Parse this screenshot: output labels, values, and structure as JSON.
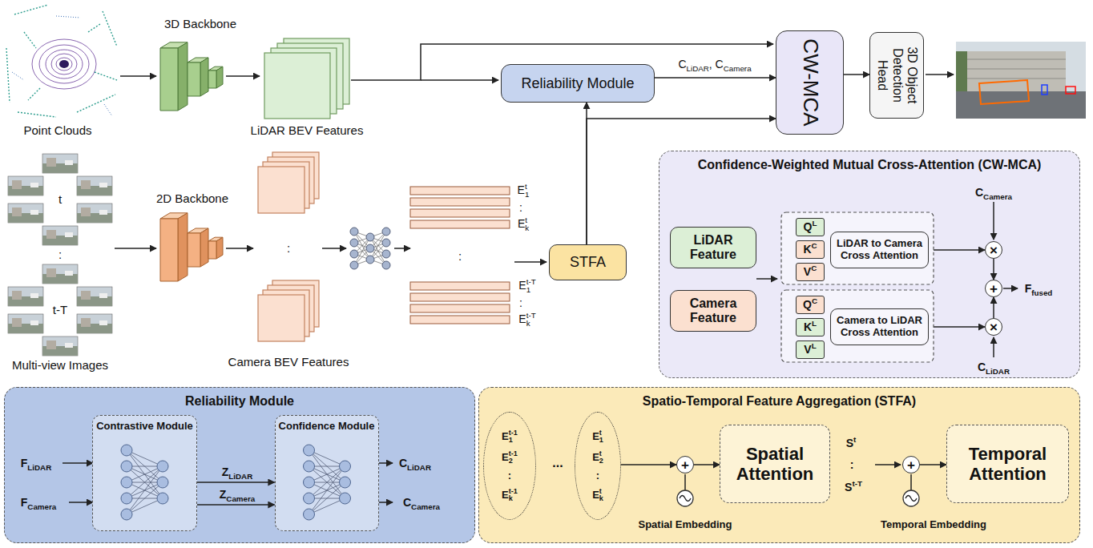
{
  "diagram": {
    "nodes": [
      {
        "text": [
          "Reliability Module"
        ]
      },
      {
        "text": [
          "CW-MCA"
        ]
      },
      {
        "text": [
          "3D Object Detection Head"
        ]
      },
      {
        "text": [
          "STFA"
        ]
      },
      {
        "text": [
          "Confidence-Weighted Mutual Cross-Attention (CW-MCA)"
        ]
      },
      {
        "text": [
          "LiDAR Feature"
        ],
        "in": 4
      },
      {
        "text": [
          "Camera Feature"
        ],
        "in": 4
      },
      {
        "text": [
          "QL"
        ],
        "in": 4
      },
      {
        "text": [
          "KC"
        ],
        "in": 4
      },
      {
        "text": [
          "VC"
        ],
        "in": 4
      },
      {
        "text": [
          "LiDAR to Camera Cross Attention"
        ],
        "in": 4
      },
      {
        "text": [
          "QC"
        ],
        "in": 4
      },
      {
        "text": [
          "KL"
        ],
        "in": 4
      },
      {
        "text": [
          "VL"
        ],
        "in": 4
      },
      {
        "text": [
          "Camera to LiDAR Cross Attention"
        ],
        "in": 4
      },
      {
        "text": [
          "×"
        ],
        "in": 4
      },
      {
        "text": [
          "+"
        ],
        "in": 4
      },
      {
        "text": [
          "×"
        ],
        "in": 4
      },
      {
        "text": [
          "Reliability Module"
        ]
      },
      {
        "text": [
          "Contrastive Module"
        ],
        "in": 18
      },
      {
        "text": [
          "Confidence Module"
        ],
        "in": 18
      },
      {
        "text": [
          "Spatio-Temporal Feature Aggregation (STFA)"
        ]
      },
      {
        "text": [
          "Et-11",
          "Et-12",
          ":",
          "Et-1k"
        ],
        "in": 21
      },
      {
        "text": [
          "Et1",
          "Et2",
          ":",
          "Etk"
        ],
        "in": 21
      },
      {
        "text": [
          "+"
        ],
        "in": 21
      },
      {
        "text": [
          "Spatial Attention"
        ],
        "in": 21
      },
      {
        "text": [
          "+"
        ],
        "in": 21
      },
      {
        "text": [
          "Temporal Attention"
        ],
        "in": 21
      }
    ],
    "edges": [
      {
        "from": 0,
        "to": 1,
        "arrow": "to",
        "label": "CLiDAR, CCamera"
      },
      {
        "from": 3,
        "to": 0,
        "arrow": "to"
      },
      {
        "from": 3,
        "to": 1,
        "arrow": "to"
      },
      {
        "from": 1,
        "to": 2,
        "arrow": "to"
      },
      {
        "from": 10,
        "to": 15,
        "arrow": "to"
      },
      {
        "from": 14,
        "to": 17,
        "arrow": "to"
      },
      {
        "from": 15,
        "to": 16,
        "arrow": "to"
      },
      {
        "from": 17,
        "to": 16,
        "arrow": "to"
      },
      {
        "from": 19,
        "to": 20,
        "arrow": "to",
        "label": "ZLiDAR"
      },
      {
        "from": 19,
        "to": 20,
        "arrow": "to",
        "label": "ZCamera"
      },
      {
        "from": 23,
        "to": 24,
        "arrow": "to"
      },
      {
        "from": 24,
        "to": 25,
        "arrow": "to"
      },
      {
        "from": 26,
        "to": 27,
        "arrow": "to"
      }
    ],
    "labels": [
      "3D Backbone",
      "Point Clouds",
      "LiDAR BEV Features",
      "t",
      ":",
      "t-T",
      "Multi-view Images",
      "2D Backbone",
      ":",
      "Camera BEV Features",
      "Et1",
      ":",
      "Etk",
      ":",
      "Et-T1",
      ":",
      "Et-Tk",
      "CCamera",
      "Ffused",
      "CLiDAR",
      "FLiDAR",
      "FCamera",
      "CLiDAR",
      "CCamera",
      "...",
      "Spatial Embedding",
      "St",
      ":",
      "St-T",
      "Temporal Embedding"
    ]
  }
}
